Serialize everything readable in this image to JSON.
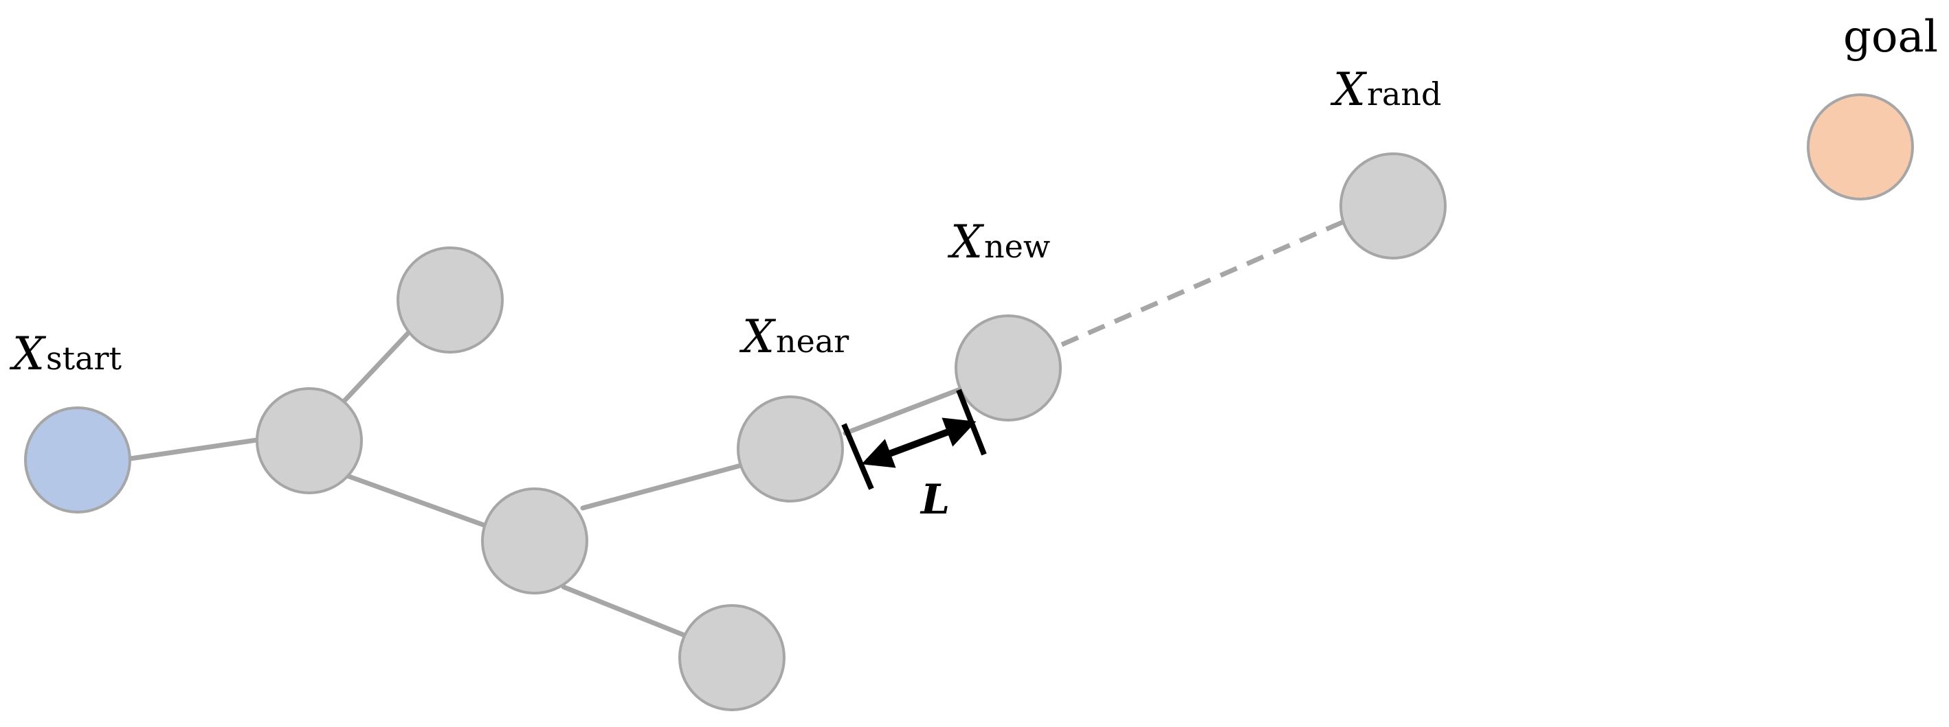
{
  "labels": {
    "start": {
      "main": "X",
      "sub": "start"
    },
    "near": {
      "main": "X",
      "sub": "near"
    },
    "new": {
      "main": "X",
      "sub": "new"
    },
    "rand": {
      "main": "X",
      "sub": "rand"
    },
    "goal": "goal",
    "step": "L"
  },
  "colors": {
    "start_fill": "#b4c7e7",
    "goal_fill": "#f8cbad",
    "node_fill": "#d0d0d0",
    "edge": "#a6a6a6"
  }
}
